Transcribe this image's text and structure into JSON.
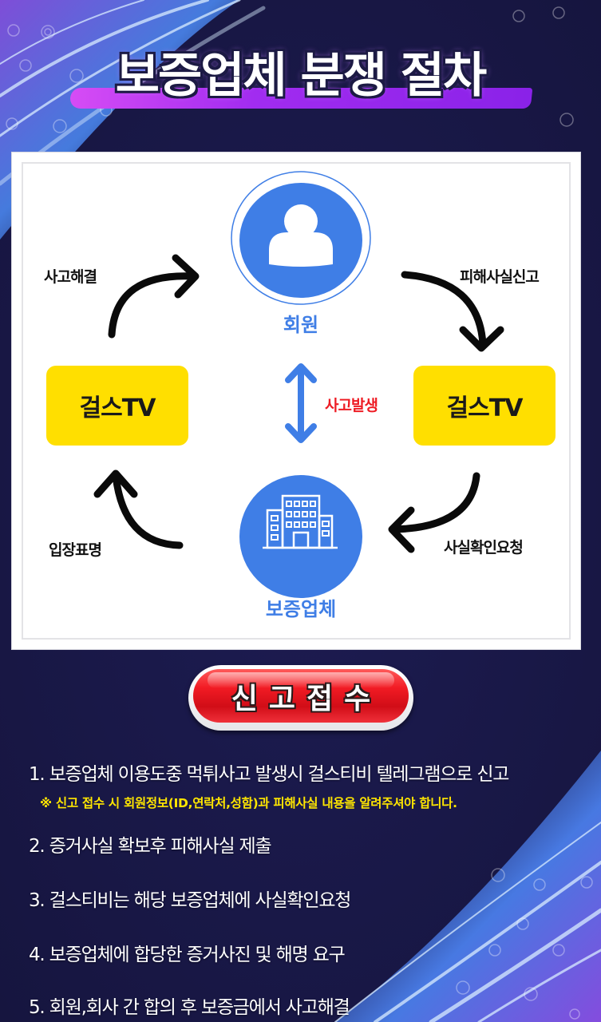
{
  "title": "보증업체 분쟁 절차",
  "diagram": {
    "member": {
      "label": "회원",
      "icon": "user-icon"
    },
    "company": {
      "label": "보증업체",
      "icon": "building-icon"
    },
    "left_box": {
      "label": "걸스TV"
    },
    "right_box": {
      "label": "걸스TV"
    },
    "incident_label": "사고발생",
    "steps": {
      "report": "피해사실신고",
      "verify": "사실확인요청",
      "statement": "입장표명",
      "resolve": "사고해결"
    },
    "colors": {
      "blue": "#3f7ee6",
      "yellow": "#ffdf00",
      "red": "#ee1c24"
    }
  },
  "report_button": {
    "label": "신고접수"
  },
  "procedure": {
    "items": [
      "1. 보증업체 이용도중 먹튀사고 발생시 걸스티비 텔레그램으로 신고",
      "2. 증거사실 확보후 피해사실 제출",
      "3. 걸스티비는 해당 보증업체에 사실확인요청",
      "4. 보증업체에 합당한 증거사진 및 해명 요구",
      "5. 회원,회사 간 합의 후 보증금에서 사고해결"
    ],
    "note": "※ 신고 접수 시 회원정보(ID,연락처,성함)과 피해사실 내용을 알려주셔야 합니다."
  }
}
